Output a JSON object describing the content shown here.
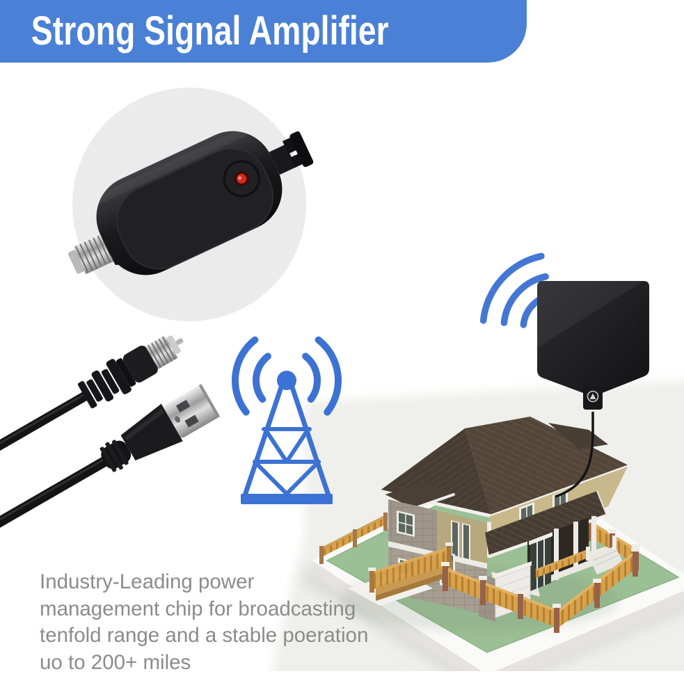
{
  "header": {
    "title": "Strong Signal Amplifier",
    "bg_color": "#4a80d5",
    "text_color": "#ffffff"
  },
  "caption": {
    "lines": [
      "Industry-Leading power",
      "management chip for broadcasting",
      "tenfold range and a stable poeration",
      "uo to 200+ miles"
    ],
    "text_color": "#8b8b8b"
  },
  "icons": {
    "amplifier-photo": "black inline signal amplifier with red LED and threaded coax port, in light gray circle",
    "coax-cable-photo": "black coaxial cable with silver F-type connector",
    "usb-cable-photo": "black USB-A cable connector",
    "radio-tower-icon": "blue lattice broadcast tower with signal waves",
    "antenna-signal-waves-icon": "three blue reception arcs",
    "flat-antenna-icon": "black flat indoor HDTV antenna panel with cable",
    "house-illustration": "3D rendered two-story house on green lawn with wooden fence"
  },
  "colors": {
    "banner_blue": "#4a80d5",
    "icon_blue": "#3c72d3",
    "caption_gray": "#8b8b8b",
    "circle_gray": "#ebebeb",
    "backdrop_gray": "#efefec",
    "lawn_green": "#9cc095",
    "fence_tan": "#d8a14b",
    "roof_brown": "#4a3f34",
    "device_black": "#17171a",
    "led_red": "#d8281e"
  }
}
